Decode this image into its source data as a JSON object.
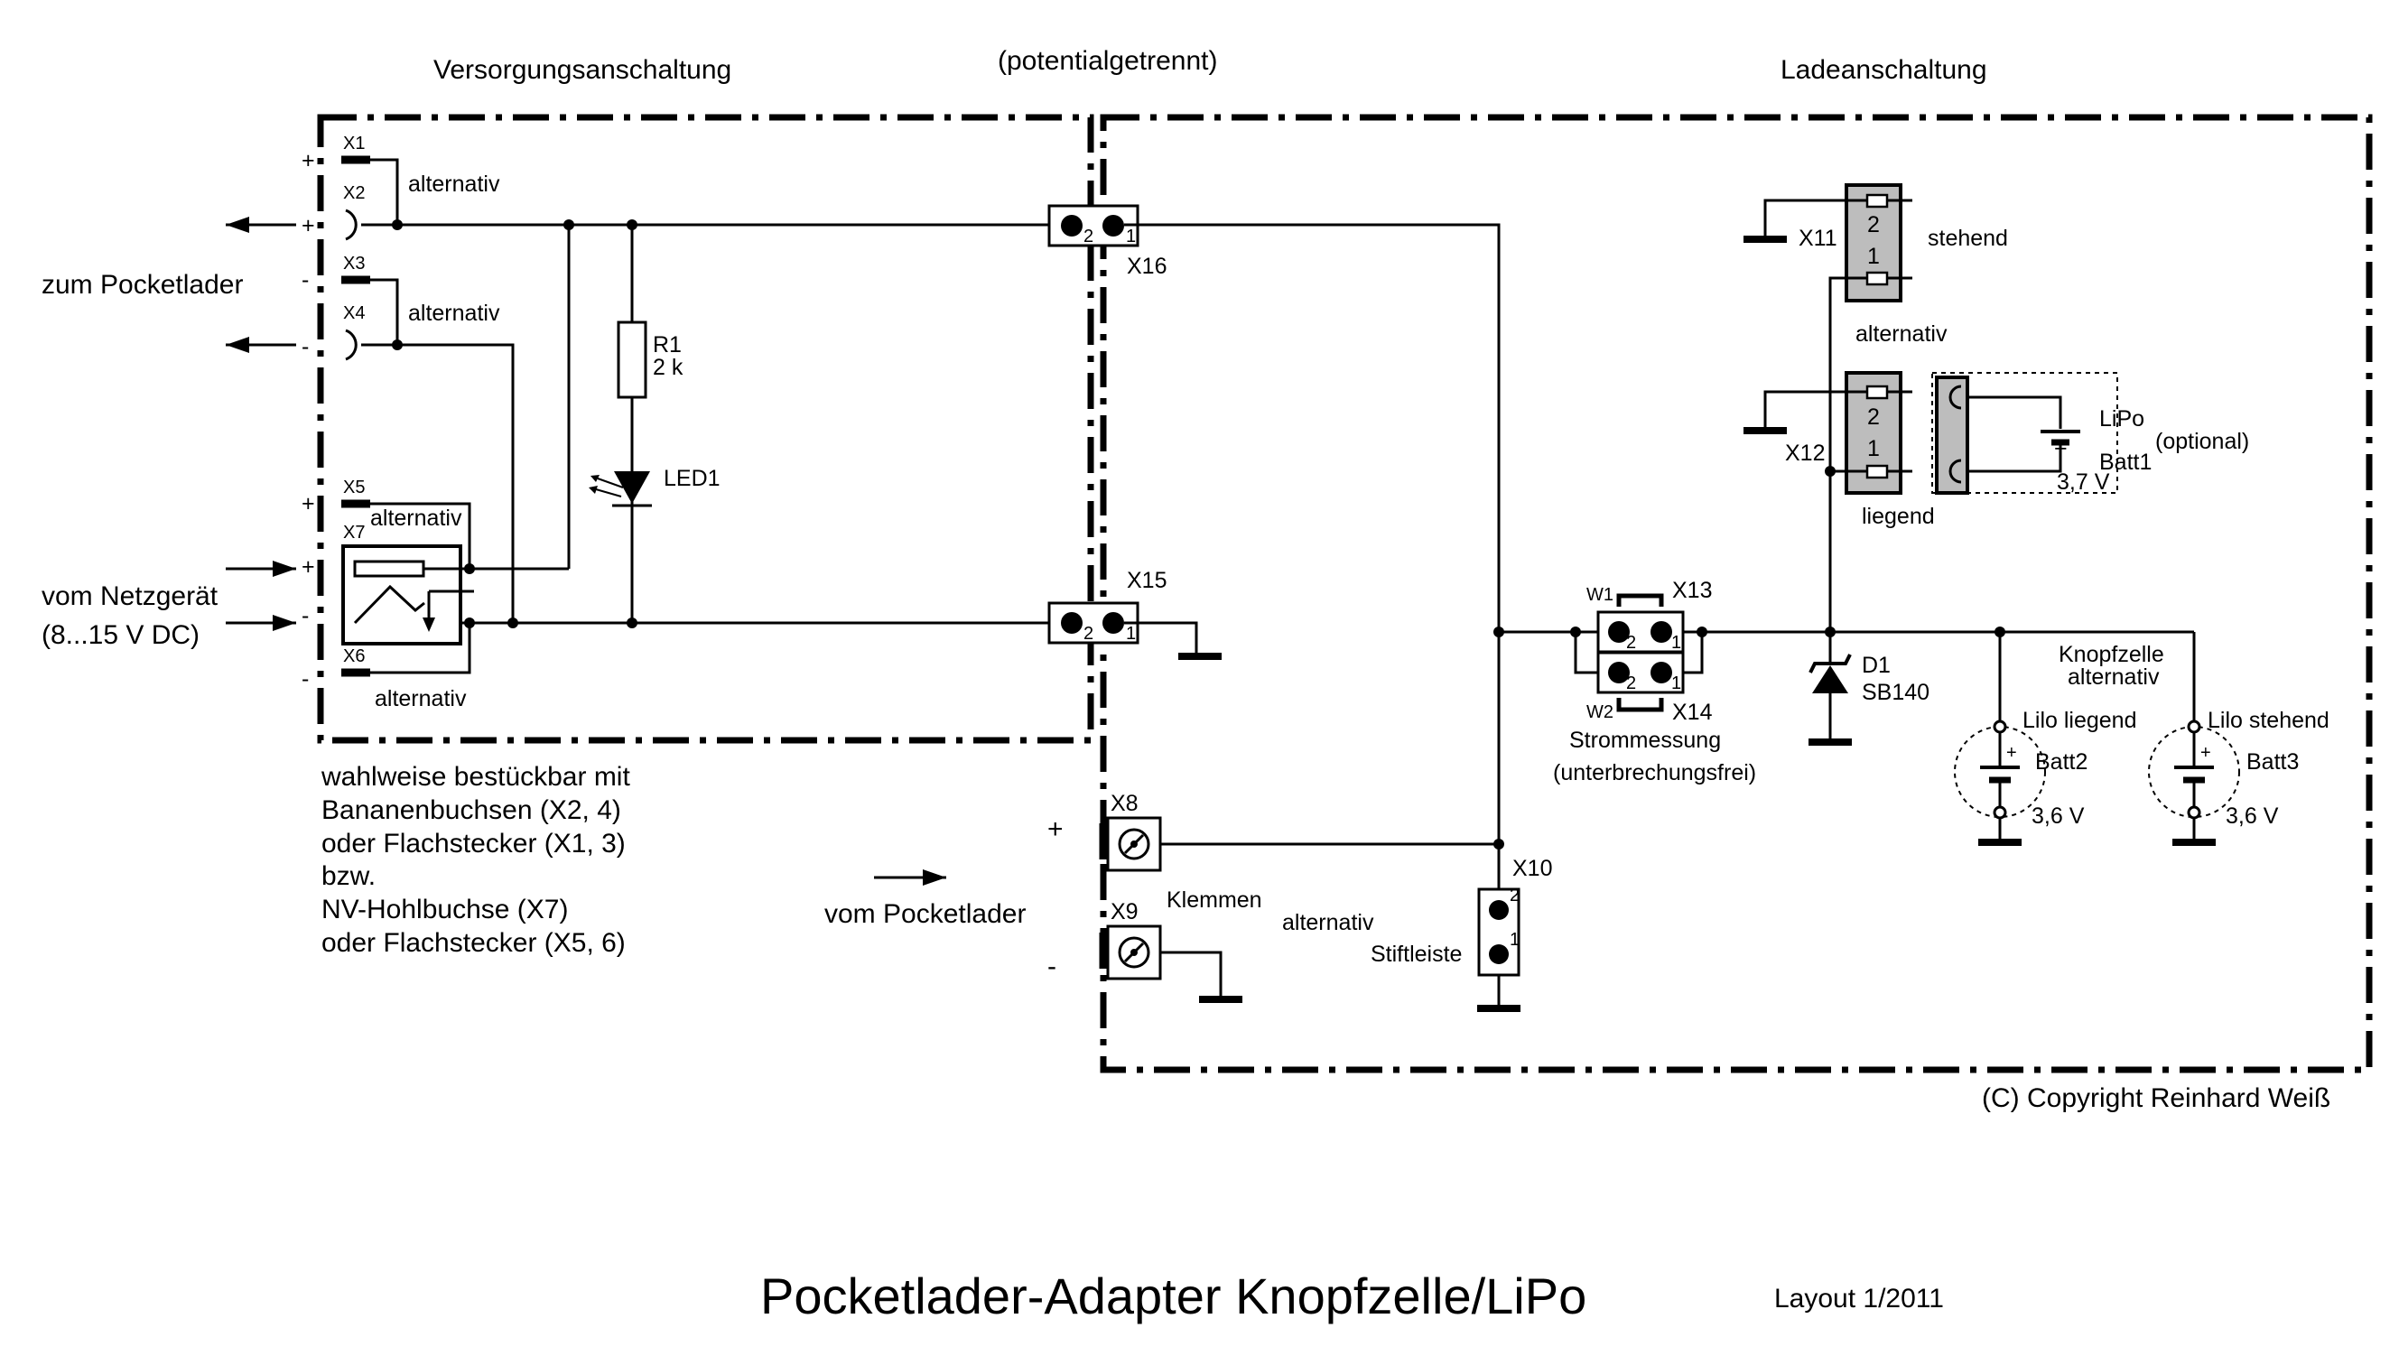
{
  "labels": {
    "versorgung": "Versorgungsanschaltung",
    "potential": "(potentialgetrennt)",
    "lade": "Ladeanschaltung",
    "zum_pocketlader": "zum Pocketlader",
    "vom_netzgeraet": "vom Netzgerät",
    "voltage_range": "(8...15 V DC)",
    "alternativ": "alternativ",
    "note_lines": [
      "wahlweise bestückbar mit",
      "Bananenbuchsen (X2, 4)",
      "oder Flachstecker (X1, 3)",
      "bzw.",
      "NV-Hohlbuchse (X7)",
      "oder Flachstecker (X5, 6)"
    ],
    "vom_pocketlader": "vom Pocketlader",
    "klemmen": "Klemmen",
    "stiftleiste": "Stiftleiste",
    "strommessung": "Strommessung",
    "unterbrechungsfrei": "(unterbrechungsfrei)",
    "stehend": "stehend",
    "liegend": "liegend",
    "lipo": "LiPo",
    "optional": "(optional)",
    "knopfzelle": "Knopfzelle",
    "lilo_liegend": "Lilo liegend",
    "lilo_stehend": "Lilo stehend",
    "copyright": "(C) Copyright Reinhard Weiß",
    "title": "Pocketlader-Adapter Knopfzelle/LiPo",
    "layout": "Layout 1/2011"
  },
  "components": {
    "X1": "X1",
    "X2": "X2",
    "X3": "X3",
    "X4": "X4",
    "X5": "X5",
    "X6": "X6",
    "X7": "X7",
    "X8": "X8",
    "X9": "X9",
    "X10": "X10",
    "X11": "X11",
    "X12": "X12",
    "X13": "X13",
    "X14": "X14",
    "X15": "X15",
    "X16": "X16",
    "R1": "R1",
    "R1_value": "2 k",
    "LED1": "LED1",
    "D1": "D1",
    "D1_type": "SB140",
    "W1": "W1",
    "W2": "W2",
    "Batt1": "Batt1",
    "Batt1_v": "3,7 V",
    "Batt2": "Batt2",
    "Batt2_v": "3,6 V",
    "Batt3": "Batt3",
    "Batt3_v": "3,6 V"
  },
  "pins": {
    "one": "1",
    "two": "2"
  },
  "polarity": {
    "plus": "+",
    "minus": "-"
  }
}
